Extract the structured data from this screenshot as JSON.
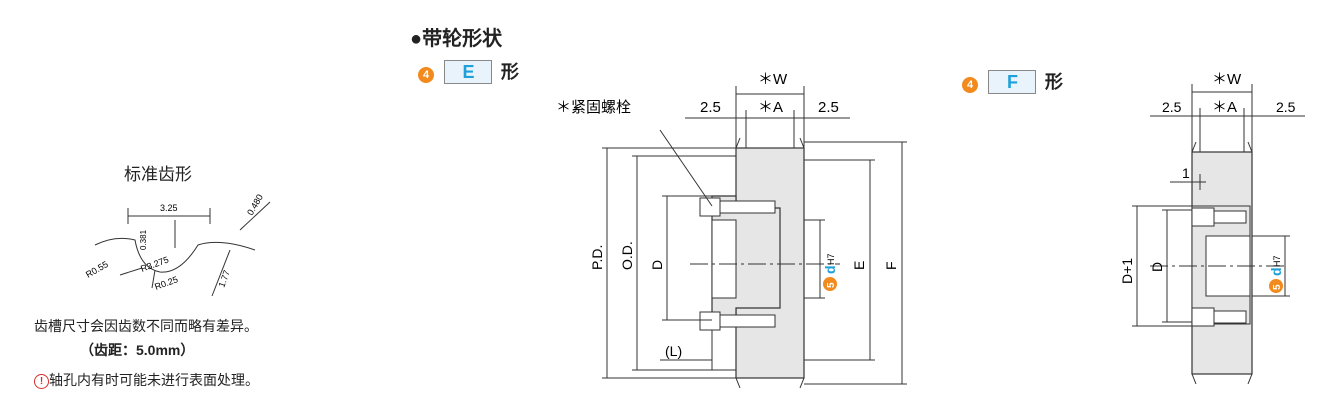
{
  "section": {
    "bullet": "●",
    "title": "带轮形状"
  },
  "type_e": {
    "num": "4",
    "code": "E",
    "suffix": "形"
  },
  "type_f": {
    "num": "4",
    "code": "F",
    "suffix": "形"
  },
  "tooth": {
    "title": "标准齿形",
    "dims": {
      "pitch_top": "3.25",
      "d0480": "0.480",
      "d0381": "0.381",
      "r3275": "R3.275",
      "r055": "R0.55",
      "r025": "R0.25",
      "h177": "1.77"
    },
    "note1": "齿槽尺寸会因齿数不同而略有差异。",
    "note2": "（齿距：5.0mm）",
    "warn_icon": "!",
    "note3": "轴孔内有时可能未进行表面处理。"
  },
  "drawing_e": {
    "w": "＊W",
    "a": "＊A",
    "side_l": "2.5",
    "side_r": "2.5",
    "screw": "＊紧固螺栓",
    "pd": "P.D.",
    "od": "O.D.",
    "d": "D",
    "e": "E",
    "f": "F",
    "l": "(L)",
    "bore_num": "5",
    "bore_d": "d",
    "bore_tol": "H7"
  },
  "drawing_f": {
    "w": "＊W",
    "a": "＊A",
    "side_l": "2.5",
    "side_r": "2.5",
    "one": "1",
    "d1": "D+1",
    "d": "D",
    "bore_num": "5",
    "bore_d": "d",
    "bore_tol": "H7"
  },
  "colors": {
    "accent_orange": "#f28a1e",
    "accent_blue": "#1fa0d8",
    "box_fill": "#e9f3fb",
    "part_fill": "#e6e6e6"
  }
}
